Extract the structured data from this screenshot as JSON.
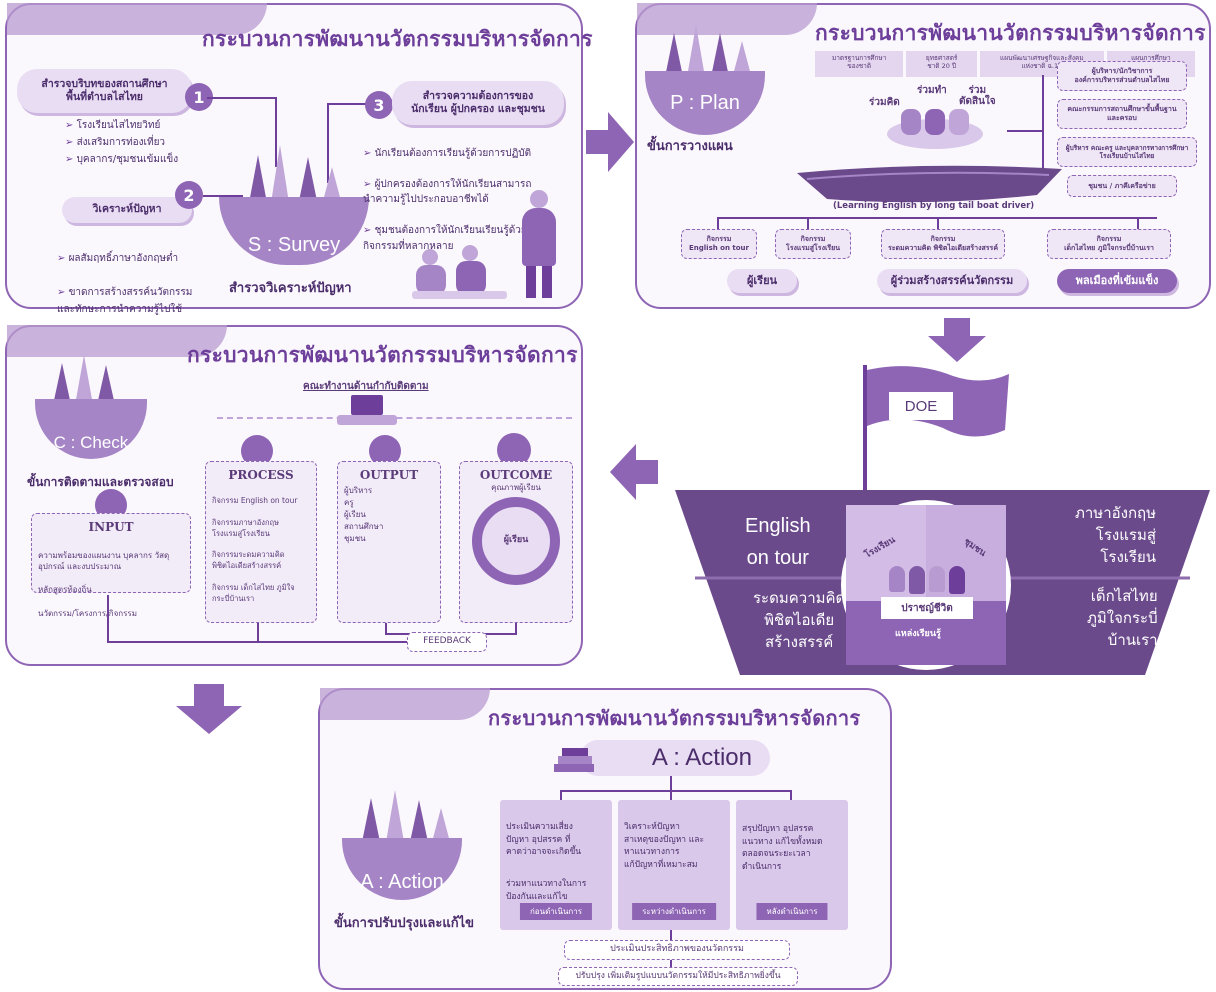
{
  "main_title": "กระบวนการพัฒนานวัตกรรมบริหารจัดการ",
  "survey": {
    "hill_label": "S : Survey",
    "caption": "สำรวจวิเคราะห์ปัญหา",
    "step1": {
      "num": "1",
      "title": "สำรวจบริบทของสถานศึกษา\nพื้นที่ตำบลไสไทย",
      "items": [
        "โรงเรียนไสไทยวิทย์",
        "ส่งเสริมการท่องเที่ยว",
        "บุคลากร/ชุมชนเข้มแข็ง"
      ]
    },
    "step2": {
      "num": "2",
      "title": "วิเคราะห์ปัญหา",
      "items": [
        "ผลสัมฤทธิ์ภาษาอังกฤษต่ำ",
        "ขาดการสร้างสรรค์นวัตกรรม\nและทักษะการนำความรู้ไปใช้"
      ]
    },
    "step3": {
      "num": "3",
      "title": "สำรวจความต้องการของ\nนักเรียน ผู้ปกครอง และชุมชน",
      "items": [
        "นักเรียนต้องการเรียนรู้ด้วยการปฏิบัติ",
        "ผู้ปกครองต้องการให้นักเรียนสามารถ\nนำความรู้ไปประกอบอาชีพได้",
        "ชุมชนต้องการให้นักเรียนเรียนรู้ด้วย\nกิจกรรมที่หลากหลาย"
      ]
    }
  },
  "plan": {
    "hill_label": "P : Plan",
    "caption": "ขั้นการวางแผน",
    "standards": [
      "มาตรฐานการศึกษา\nของชาติ",
      "ยุทธศาสตร์\nชาติ 20 ปี",
      "แผนพัฒนาเศรษฐกิจและสังคม\nแห่งชาติ ฉ.12",
      "แผนการศึกษา\nพ.ศ.2560-2579"
    ],
    "joint": [
      "ร่วมคิด",
      "ร่วมทำ",
      "ร่วม\nตัดสินใจ"
    ],
    "right_boxes": [
      "ผู้บริหาร/นักวิชาการ\nองค์การบริหารส่วนตำบลไสไทย",
      "คณะกรรมการสถานศึกษาขั้นพื้นฐาน\nและครอบ",
      "ผู้บริหาร คณะครู และบุคลากรทางการศึกษา\nโรงเรียนบ้านไสไทย",
      "ชุมชน / ภาคีเครือข่าย"
    ],
    "boat_caption": "(Learning English by long tail boat driver)",
    "activities": [
      "กิจกรรม\nEnglish on tour",
      "กิจกรรม\nโรงแรมสู่โรงเรียน",
      "กิจกรรม\nระดมความคิด พิชิตไอเดียสร้างสรรค์",
      "กิจกรรม\nเด็กไสไทย ภูมิใจกระบี่บ้านเรา"
    ],
    "outcomes": [
      "ผู้เรียน",
      "ผู้ร่วมสร้างสรรค์นวัตกรรม",
      "พลเมืองที่เข้มแข็ง"
    ]
  },
  "do": {
    "flag": "DOE",
    "left_top": "English\non tour",
    "left_bottom": "ระดมความคิด\nพิชิตไอเดีย\nสร้างสรรค์",
    "right_top": "ภาษาอังกฤษ\nโรงแรมสู่\nโรงเรียน",
    "right_bottom": "เด็กไสไทย\nภูมิใจกระบี่\nบ้านเรา",
    "circle_top_left": "โรงเรียน",
    "circle_top_right": "ชุมชน",
    "circle_center": "ปราชญ์ชีวิต",
    "circle_bottom": "แหล่งเรียนรู้"
  },
  "check": {
    "hill_label": "C : Check",
    "caption": "ขั้นการติดตามและตรวจสอบ",
    "committee": "คณะทำงานด้านกำกับติดตาม",
    "input": {
      "title": "INPUT",
      "items": [
        "ความพร้อมของแผนงาน บุคลากร วัสดุ\nอุปกรณ์ และงบประมาณ",
        "หลักสูตรท้องถิ่น",
        "นวัตกรรม/โครงการ/กิจกรรม"
      ]
    },
    "process": {
      "title": "PROCESS",
      "items": [
        "กิจกรรม English on tour",
        "กิจกรรมภาษาอังกฤษ\nโรงแรมสู่โรงเรียน",
        "กิจกรรมระดมความคิด\nพิชิตไอเดียสร้างสรรค์",
        "กิจกรรม เด็กไสไทย ภูมิใจ\nกระบี่บ้านเรา"
      ]
    },
    "output": {
      "title": "OUTPUT",
      "items": [
        "ผู้บริหาร",
        "ครู",
        "ผู้เรียน",
        "สถานศึกษา",
        "ชุมชน"
      ]
    },
    "outcome": {
      "title": "OUTCOME",
      "subtitle": "คุณภาพผู้เรียน",
      "center": "ผู้เรียน"
    },
    "feedback": "FEEDBACK"
  },
  "action": {
    "banner": "A : Action",
    "hill_label": "A : Action",
    "caption": "ขั้นการปรับปรุงและแก้ไข",
    "cols": [
      {
        "items": [
          "ประเมินความเสี่ยง\nปัญหา อุปสรรค ที่\nคาดว่าอาจจะเกิดขึ้น",
          "ร่วมหาแนวทางในการ\nป้องกันและแก้ไข"
        ],
        "head": "ก่อนดำเนินการ"
      },
      {
        "items": [
          "วิเคราะห์ปัญหา\nสาเหตุของปัญหา และ\nหาแนวทางการ\nแก้ปัญหาที่เหมาะสม"
        ],
        "head": "ระหว่างดำเนินการ"
      },
      {
        "items": [
          "สรุปปัญหา อุปสรรค\nแนวทาง แก้ไขทั้งหมด\nตลอดจนระยะเวลา\nดำเนินการ"
        ],
        "head": "หลังดำเนินการ"
      }
    ],
    "bottom1": "ประเมินประสิทธิภาพของนวัตกรรม",
    "bottom2": "ปรับปรุง เพิ่มเติมรูปแบบนวัตกรรมให้มีประสิทธิภาพยิ่งขึ้น"
  },
  "colors": {
    "primary": "#8e64b4",
    "dark": "#6d3f9a",
    "light": "#e9ddf3",
    "ship": "#6b4a8c"
  }
}
